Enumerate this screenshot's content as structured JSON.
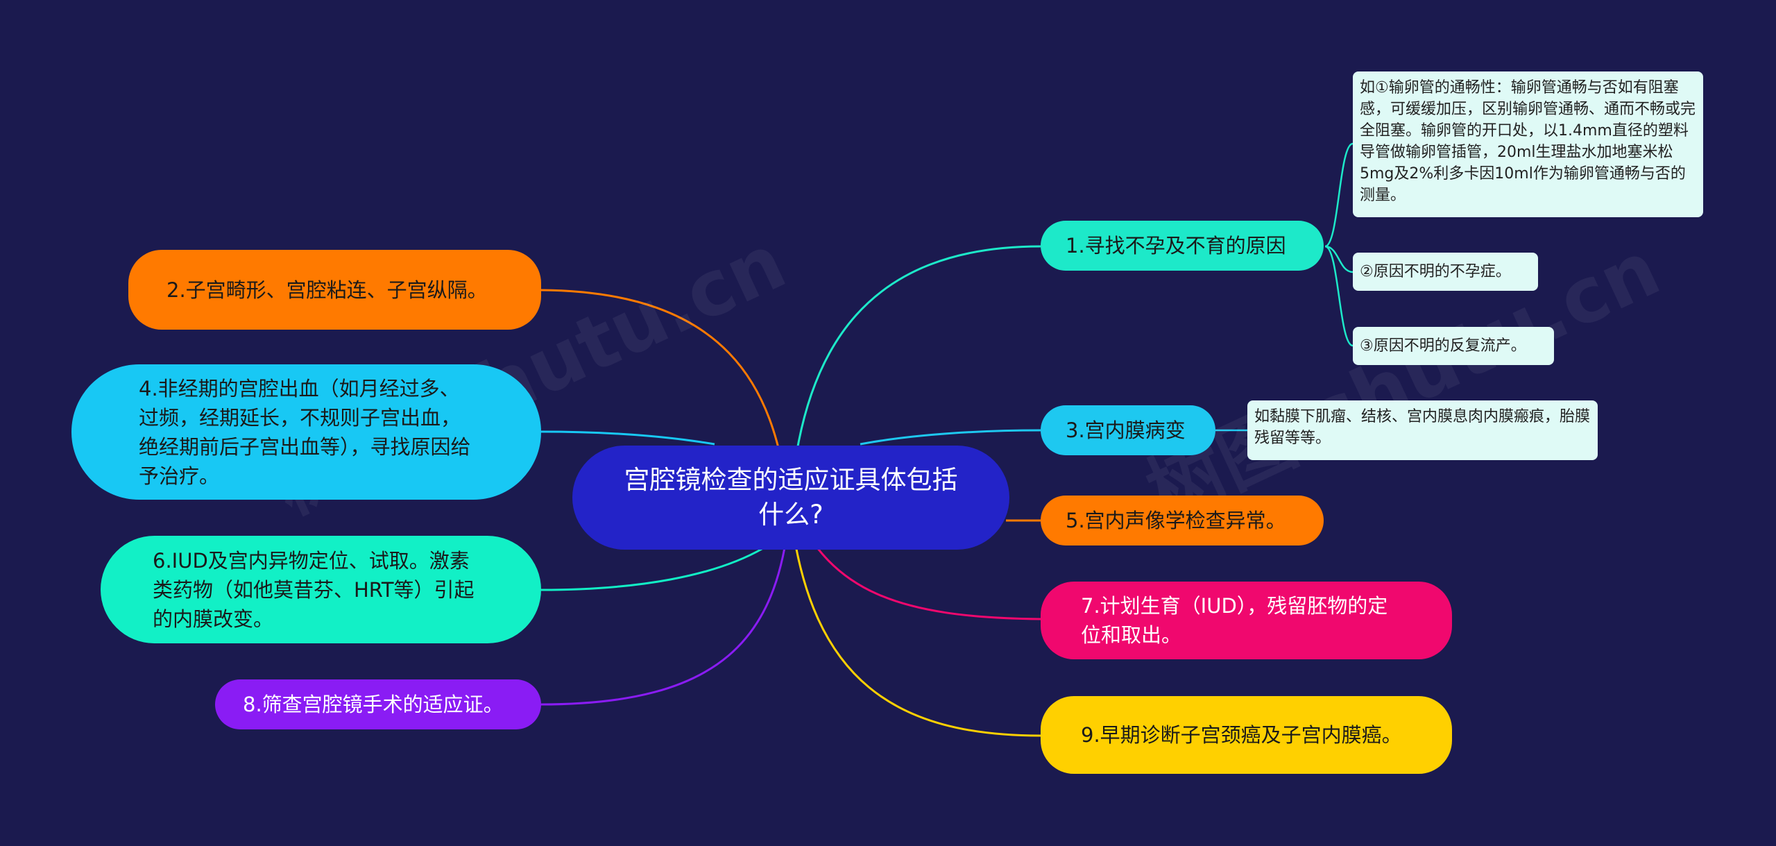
{
  "root": {
    "label": "宫腔镜检查的适应证具体包括什么?"
  },
  "branches": {
    "b1": {
      "label": "1.寻找不孕及不育的原因",
      "color": "#1de9c9"
    },
    "b2": {
      "label": "2.子宫畸形、宫腔粘连、子宫纵隔。",
      "color": "#ff7a00"
    },
    "b3": {
      "label": "3.宫内膜病变",
      "color": "#1ec8f0"
    },
    "b4": {
      "label": "4.非经期的宫腔出血（如月经过多、过频，经期延长，不规则子宫出血，绝经期前后子宫出血等），寻找原因给予治疗。",
      "color": "#18c8f4"
    },
    "b5": {
      "label": "5.宫内声像学检查异常。",
      "color": "#ff7a00"
    },
    "b6": {
      "label": "6.IUD及宫内异物定位、试取。激素类药物（如他莫昔芬、HRT等）引起的内膜改变。",
      "color": "#12f0c6"
    },
    "b7": {
      "label": "7.计划生育（IUD），残留胚物的定位和取出。",
      "color": "#f0086e"
    },
    "b8": {
      "label": "8.筛查宫腔镜手术的适应证。",
      "color": "#8a1cf4"
    },
    "b9": {
      "label": "9.早期诊断子宫颈癌及子宫内膜癌。",
      "color": "#ffd000"
    }
  },
  "details": {
    "d1": "如①输卵管的通畅性：输卵管通畅与否如有阻塞感，可缓缓加压，区别输卵管通畅、通而不畅或完全阻塞。输卵管的开口处，以1.4mm直径的塑料导管做输卵管插管，20ml生理盐水加地塞米松5mg及2%利多卡因10ml作为输卵管通畅与否的测量。",
    "d2": "②原因不明的不孕症。",
    "d3": "③原因不明的反复流产。",
    "d4": "如黏膜下肌瘤、结核、宫内膜息肉内膜瘢痕，胎膜残留等等。"
  },
  "watermark": "树图 shutu.cn"
}
